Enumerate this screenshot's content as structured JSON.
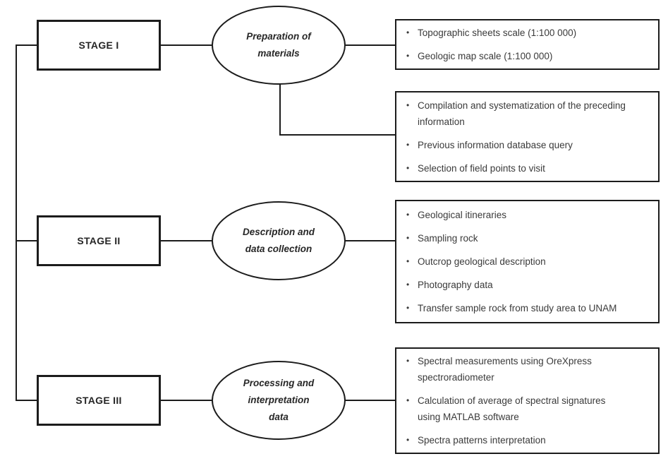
{
  "diagram": {
    "bullet": "•",
    "line_color": "#1c1c1c",
    "text_color": "#3a3a3a",
    "stages": [
      {
        "label": "STAGE I",
        "ellipse": "Preparation of\nmaterials",
        "boxes": [
          {
            "items": [
              "Topographic sheets scale (1:100 000)",
              "Geologic map scale (1:100 000)"
            ]
          },
          {
            "items": [
              "Compilation and systematization of the preceding\ninformation",
              "Previous information database query",
              "Selection of field points to visit"
            ]
          }
        ]
      },
      {
        "label": "STAGE II",
        "ellipse": "Description and\ndata collection",
        "boxes": [
          {
            "items": [
              "Geological itineraries",
              "Sampling rock",
              "Outcrop geological description",
              "Photography data",
              "Transfer sample rock from study area to UNAM"
            ]
          }
        ]
      },
      {
        "label": "STAGE III",
        "ellipse": "Processing and\ninterpretation\ndata",
        "boxes": [
          {
            "items": [
              "Spectral measurements using OreXpress\nspectroradiometer",
              "Calculation of average of spectral signatures\nusing MATLAB software",
              "Spectra patterns interpretation"
            ]
          }
        ]
      }
    ]
  }
}
